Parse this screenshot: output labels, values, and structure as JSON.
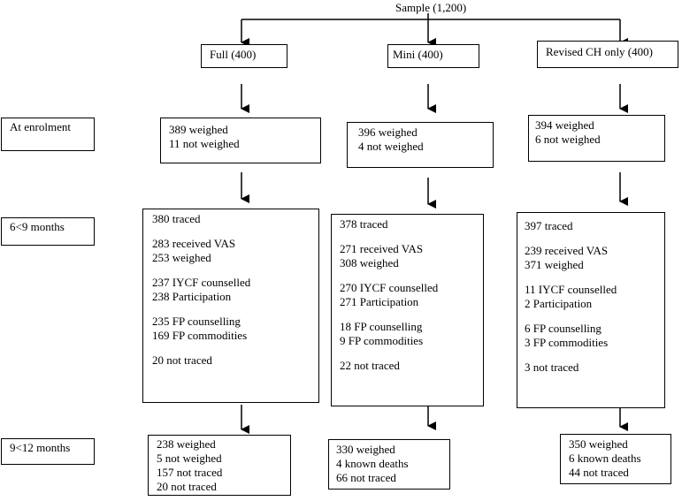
{
  "sample": "Sample (1,200)",
  "arms": [
    {
      "label": "Full (400)"
    },
    {
      "label": "Mini (400)"
    },
    {
      "label": "Revised CH only (400)"
    }
  ],
  "stages": {
    "enrolment": "At enrolment",
    "m6_9": "6<9 months",
    "m9_12": "9<12 months"
  },
  "enrolment": [
    [
      "389 weighed",
      "11 not weighed"
    ],
    [
      "396 weighed",
      "4 not weighed"
    ],
    [
      "394 weighed",
      "6 not weighed"
    ]
  ],
  "m6_9": [
    {
      "traced": "380 traced",
      "vas": "283 received VAS",
      "weighed": "253 weighed",
      "iycf": "237 IYCF counselled",
      "participation": "238 Participation",
      "fp_counselling": "235 FP counselling",
      "fp_commodities": "169 FP commodities",
      "not_traced": "20 not traced"
    },
    {
      "traced": "378 traced",
      "vas": "271 received VAS",
      "weighed": "308 weighed",
      "iycf": "270 IYCF counselled",
      "participation": "271 Participation",
      "fp_counselling": "18 FP counselling",
      "fp_commodities": "9 FP commodities",
      "not_traced": "22 not traced"
    },
    {
      "traced": "397 traced",
      "vas": "239 received VAS",
      "weighed": "371 weighed",
      "iycf": "11 IYCF counselled",
      "participation": "2 Participation",
      "fp_counselling": "6 FP counselling",
      "fp_commodities": "3 FP commodities",
      "not_traced": "3 not traced"
    }
  ],
  "m9_12": [
    [
      "238 weighed",
      "5 not weighed",
      "157 not traced",
      "20 not traced"
    ],
    [
      "330 weighed",
      "4 known deaths",
      "66 not traced"
    ],
    [
      "350 weighed",
      "6 known deaths",
      "44 not traced"
    ]
  ]
}
